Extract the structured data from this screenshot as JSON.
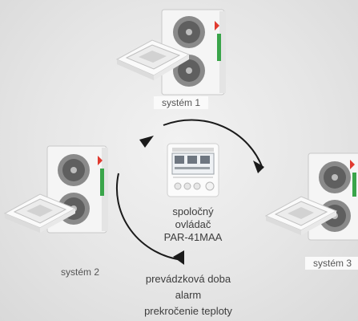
{
  "systems": [
    {
      "label": "systém 1"
    },
    {
      "label": "systém 2"
    },
    {
      "label": "systém 3"
    }
  ],
  "controller": {
    "line1": "spoločný",
    "line2": "ovládač",
    "model": "PAR-41MAA"
  },
  "functions": [
    "prevádzková doba",
    "alarm",
    "prekročenie teploty"
  ],
  "colors": {
    "unit_body": "#f4f4f4",
    "fan_grille": "#7a7a7a",
    "brand_accent": "#3aa54a",
    "brand_red": "#e03a2f",
    "arrow": "#1a1a1a"
  }
}
